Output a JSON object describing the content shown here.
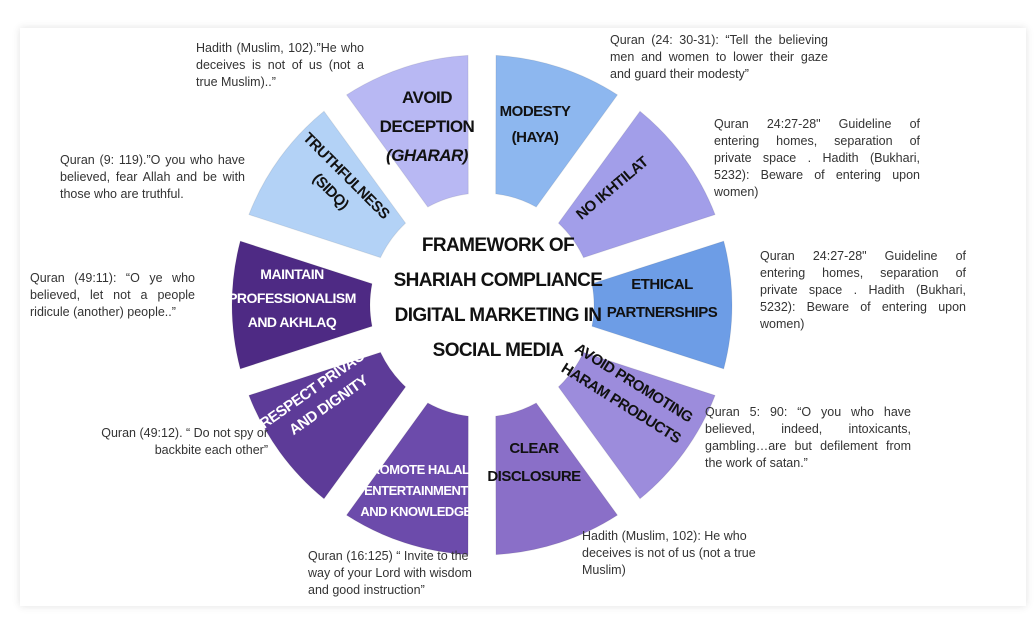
{
  "title_lines": [
    "FRAMEWORK OF",
    "SHARIAH COMPLIANCE",
    "DIGITAL MARKETING IN",
    "SOCIAL MEDIA"
  ],
  "segments": [
    {
      "lines": [
        "MODESTY",
        "(HAYA)"
      ],
      "color": "#8db7ef"
    },
    {
      "lines": [
        "NO IKHTILAT"
      ],
      "color": "#a29ee9"
    },
    {
      "lines": [
        "ETHICAL",
        "PARTNERSHIPS"
      ],
      "color": "#6d9de6"
    },
    {
      "lines": [
        "AVOID PROMOTING",
        "HARAM PRODUCTS"
      ],
      "color": "#9c8cdc"
    },
    {
      "lines": [
        "CLEAR",
        "DISCLOSURE"
      ],
      "color": "#8a6fc8"
    },
    {
      "lines": [
        "PROMOTE HALAL",
        "ENTERTAINMENT",
        "AND KNOWLEDGE"
      ],
      "color": "#6c4bab"
    },
    {
      "lines": [
        "RESPECT PRIVACY",
        "AND DIGNITY"
      ],
      "color": "#5d3b98"
    },
    {
      "lines": [
        "MAINTAIN",
        "PROFESSIONALISM",
        "AND AKHLAQ"
      ],
      "color": "#4e2a84"
    },
    {
      "lines": [
        "TRUTHFULNESS",
        "(SIDQ)"
      ],
      "color": "#b3d2f6"
    },
    {
      "lines": [
        "AVOID",
        "DECEPTION",
        "(GHARAR)"
      ],
      "color": "#b8b8f3"
    }
  ],
  "notes": {
    "modesty": "Quran (24: 30-31): “Tell the believing men and women to lower their gaze and guard their modesty”",
    "ikhtilat": "Quran 24:27-28\" Guideline of entering homes, separation of private space . Hadith (Bukhari, 5232): Beware of entering upon women)",
    "ethical": "Quran 24:27-28\" Guideline of entering homes, separation of private space . Hadith (Bukhari, 5232): Beware of entering upon women)",
    "haram": "Quran 5: 90: “O you who have believed, indeed, intoxicants, gambling…are but defilement from the work of satan.”",
    "disclosure": "Hadith (Muslim, 102): He who deceives is not of us (not a true Muslim)",
    "halal": "Quran (16:125) “ Invite to the way of your Lord with wisdom and good instruction”",
    "privacy": "Quran (49:12). “ Do not spy or backbite each other”",
    "maintain": "Quran (49:11): “O ye who believed, let not a people ridicule (another) people..”",
    "truth": "Quran (9: 119).”O you who have believed, fear Allah and be with those who are truthful.",
    "deception": "Hadith (Muslim, 102).”He who deceives is not of us (not a true Muslim)..”"
  }
}
